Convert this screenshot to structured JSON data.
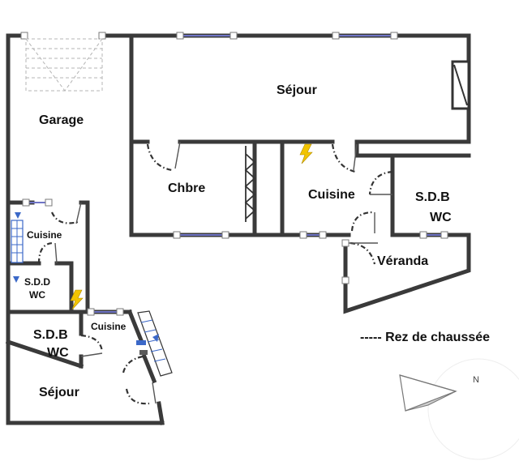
{
  "rooms": {
    "garage": "Garage",
    "sejour_main": "Séjour",
    "chambre": "Chbre",
    "cuisine_main": "Cuisine",
    "sdb_main_line1": "S.D.B",
    "sdb_main_line2": "WC",
    "veranda": "Véranda",
    "cuisine_small": "Cuisine",
    "sdd_line1": "S.D.D",
    "sdd_line2": "WC",
    "sdb_low_line1": "S.D.B",
    "sdb_low_line2": "WC",
    "cuisine_low": "Cuisine",
    "sejour_low": "Séjour"
  },
  "legend": {
    "text": "----- Rez de chaussée"
  },
  "compass": {
    "north_label": "N"
  },
  "colors": {
    "wall": "#3a3a3a",
    "window": "#6f74c6",
    "electric": "#f2c400",
    "tile_blue": "#3b68c8"
  },
  "icons": [
    "electric-panel-icon",
    "compass-icon",
    "staircase-icon",
    "radiator-icon"
  ]
}
